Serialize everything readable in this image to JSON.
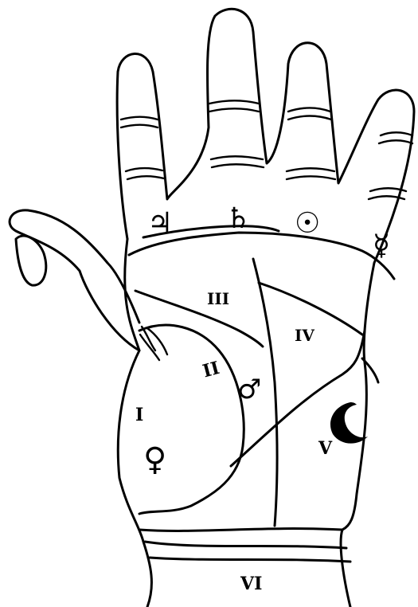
{
  "regions": [
    {
      "id": "I",
      "label": "I"
    },
    {
      "id": "II",
      "label": "II"
    },
    {
      "id": "III",
      "label": "III"
    },
    {
      "id": "IV",
      "label": "IV"
    },
    {
      "id": "V",
      "label": "V"
    },
    {
      "id": "VI",
      "label": "VI"
    }
  ],
  "symbols": {
    "jupiter": "♃",
    "saturn": "♄",
    "sun": "☉",
    "mercury": "☿",
    "mars": "♂",
    "venus": "♀"
  },
  "colors": {
    "ink": "#000000",
    "paper": "#ffffff"
  }
}
